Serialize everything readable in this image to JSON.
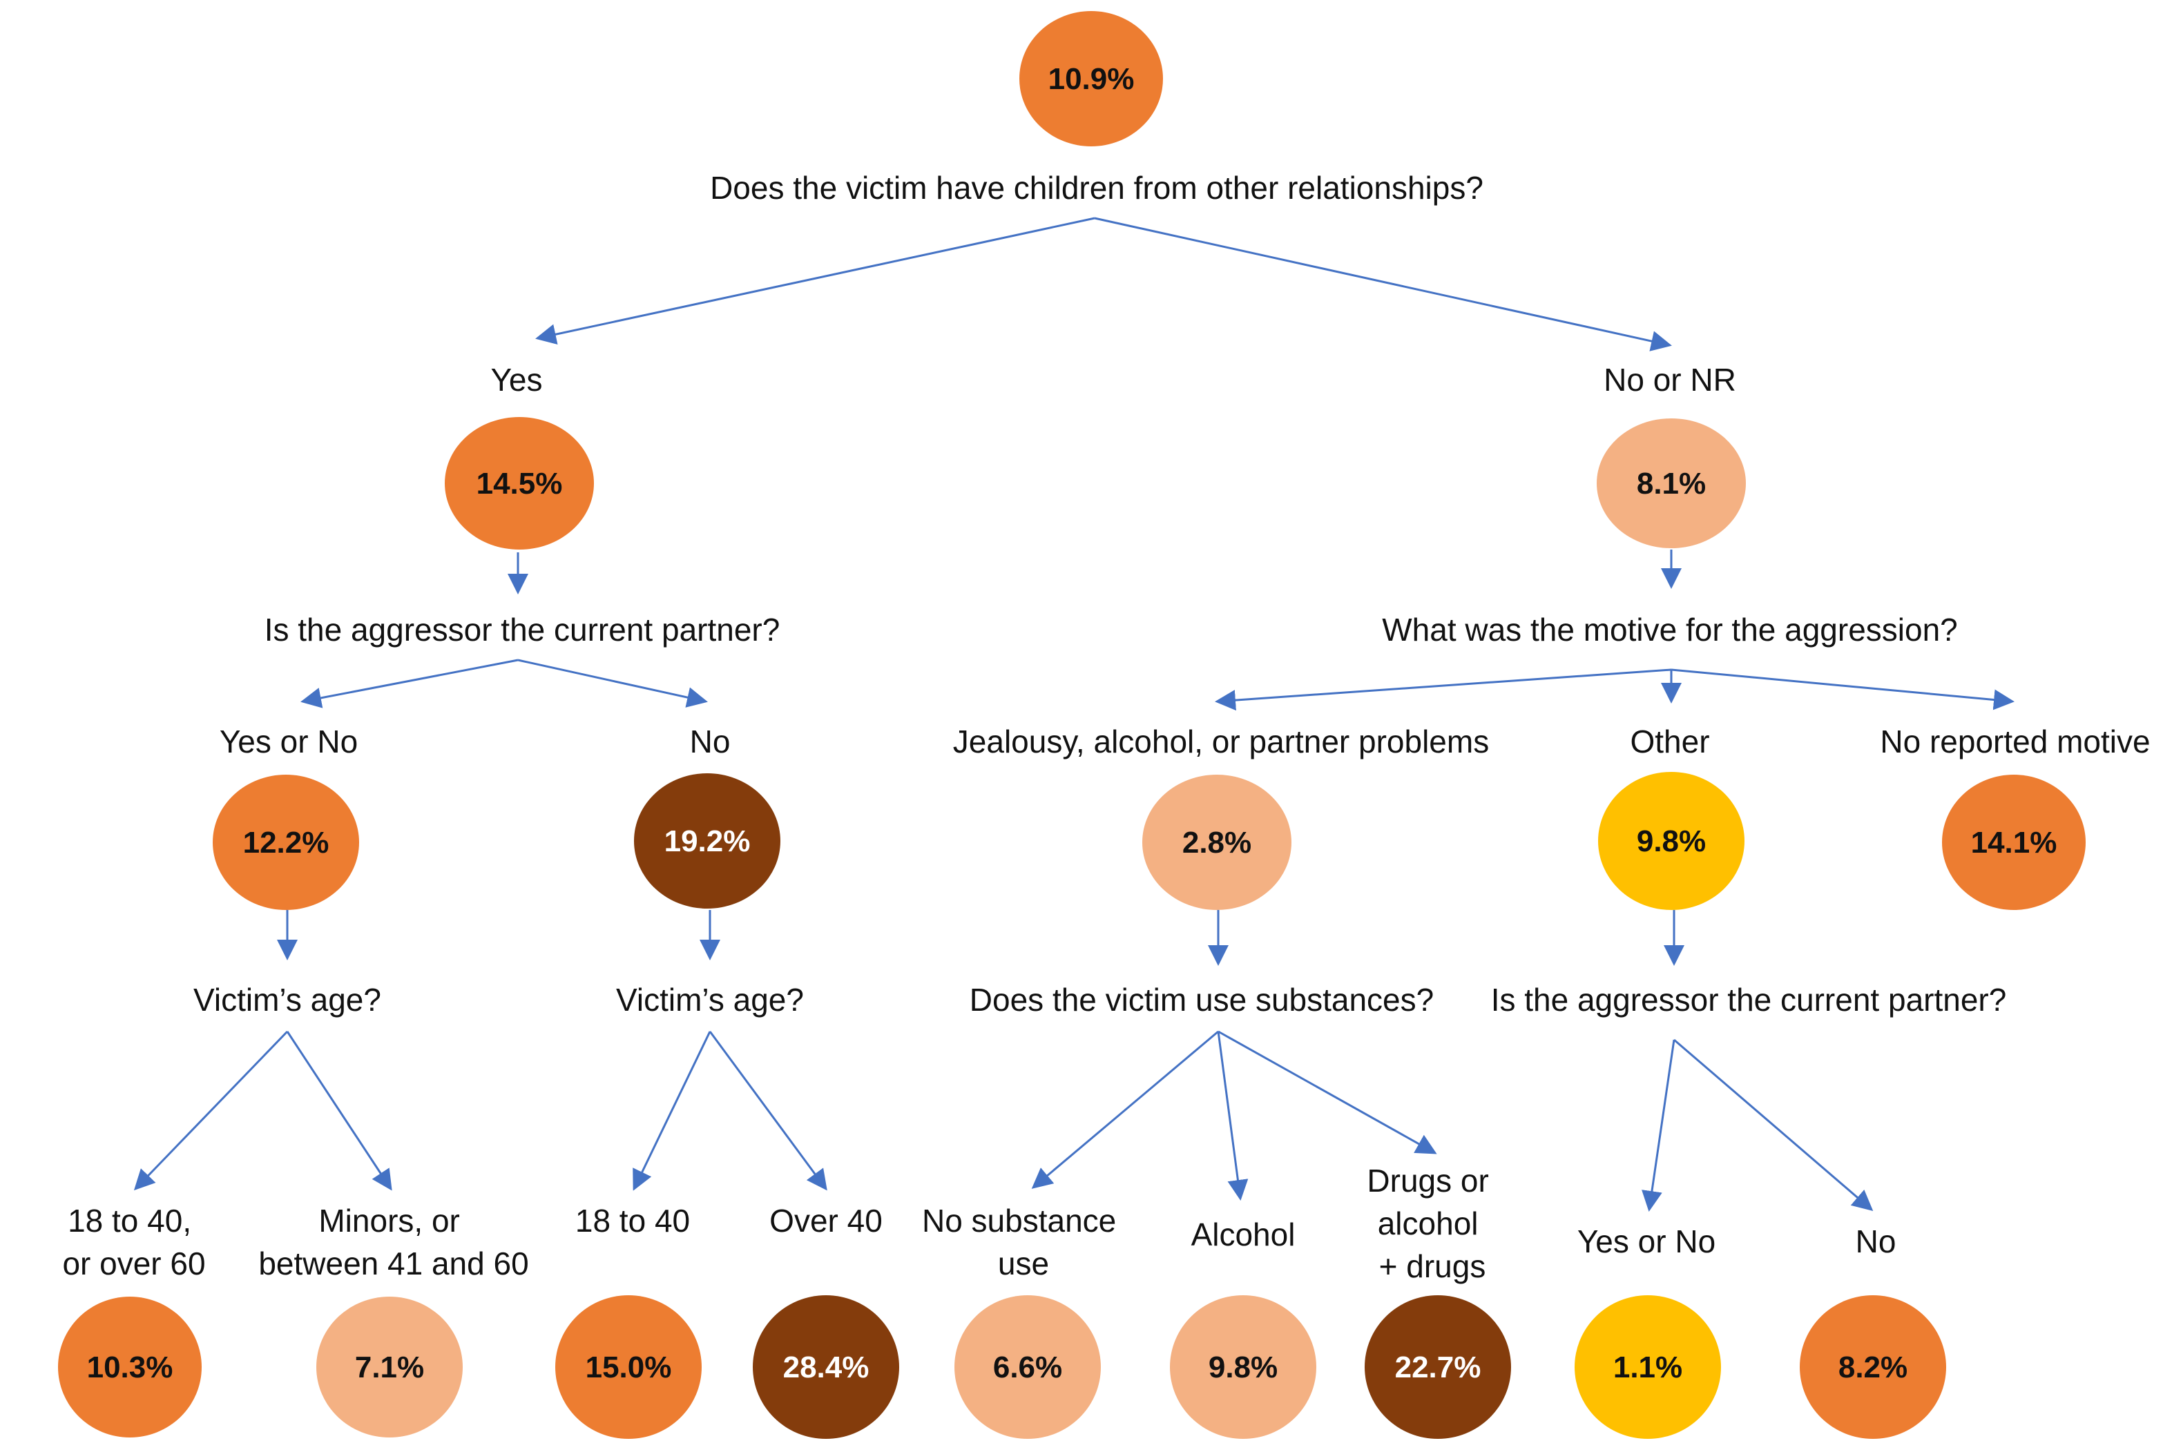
{
  "colors": {
    "orange": "#ED7D31",
    "light": "#F4B183",
    "brown": "#843C0C",
    "yellow": "#FFC000",
    "edge": "#4472C4"
  },
  "questions": {
    "root": "Does the victim have children from other relationships?",
    "yes_partner": "Is the aggressor the current partner?",
    "nonr_motive": "What was the motive for the aggression?",
    "yesno_age": "Victim’s age?",
    "no_age": "Victim’s age?",
    "jealousy_substances": "Does the victim use substances?",
    "other_partner": "Is the aggressor the current partner?"
  },
  "labels": {
    "yes": "Yes",
    "no_or_nr": "No or NR",
    "yes_or_no": "Yes or No",
    "no": "No",
    "jealousy": "Jealousy, alcohol, or partner problems",
    "other": "Other",
    "no_motive": "No reported motive",
    "age_18_40_over60": [
      "18 to 40,",
      "or over 60"
    ],
    "minors_41_60": [
      "Minors, or",
      "between 41 and 60"
    ],
    "age_18_40": "18 to 40",
    "over_40": "Over 40",
    "no_substance": [
      "No substance",
      "use"
    ],
    "alcohol": "Alcohol",
    "drugs": [
      "Drugs or",
      "alcohol",
      "+ drugs"
    ],
    "other_yes_or_no": "Yes or No",
    "other_no": "No"
  },
  "nodes": {
    "root": {
      "value": "10.9%",
      "color": "orange"
    },
    "yes": {
      "value": "14.5%",
      "color": "orange"
    },
    "no_or_nr": {
      "value": "8.1%",
      "color": "light"
    },
    "yes_or_no": {
      "value": "12.2%",
      "color": "orange"
    },
    "no": {
      "value": "19.2%",
      "color": "brown"
    },
    "jealousy": {
      "value": "2.8%",
      "color": "light"
    },
    "other": {
      "value": "9.8%",
      "color": "yellow"
    },
    "no_motive": {
      "value": "14.1%",
      "color": "orange"
    },
    "leaf_18_40_over60": {
      "value": "10.3%",
      "color": "orange"
    },
    "leaf_minors_41_60": {
      "value": "7.1%",
      "color": "light"
    },
    "leaf_18_40": {
      "value": "15.0%",
      "color": "orange"
    },
    "leaf_over_40": {
      "value": "28.4%",
      "color": "brown"
    },
    "leaf_no_substance": {
      "value": "6.6%",
      "color": "light"
    },
    "leaf_alcohol": {
      "value": "9.8%",
      "color": "light"
    },
    "leaf_drugs": {
      "value": "22.7%",
      "color": "brown"
    },
    "leaf_other_yes_or_no": {
      "value": "1.1%",
      "color": "yellow"
    },
    "leaf_other_no": {
      "value": "8.2%",
      "color": "orange"
    }
  }
}
